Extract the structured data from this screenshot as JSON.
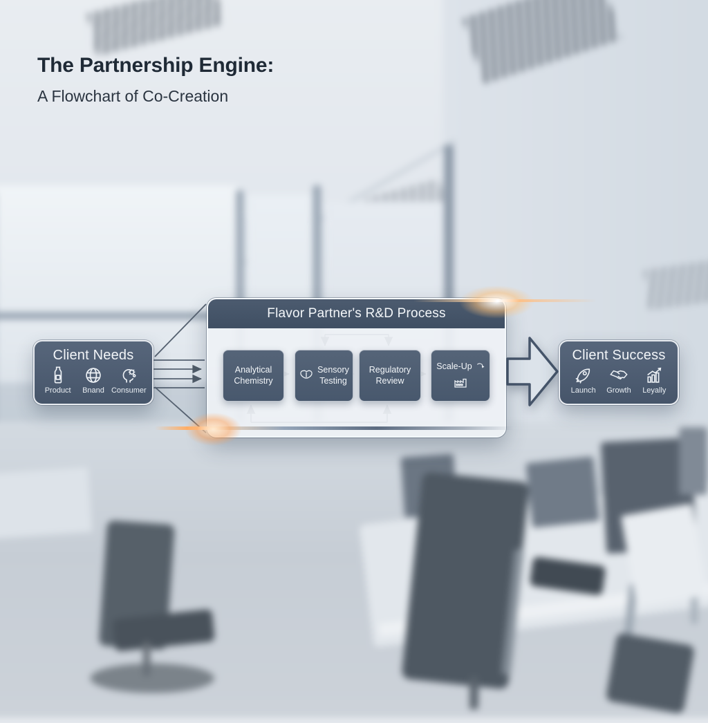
{
  "title": {
    "line1": "The Partnership Engine:",
    "line2": "A Flowchart of Co-Creation"
  },
  "client_needs": {
    "title": "Client Needs",
    "items": [
      {
        "label": "Product",
        "icon": "bottle-icon"
      },
      {
        "label": "Bnand",
        "icon": "globe-icon"
      },
      {
        "label": "Consumer",
        "icon": "head-gears-icon"
      }
    ]
  },
  "process": {
    "title": "Flavor Partner's R&D Process",
    "steps": [
      {
        "label": "Analytical Chemistry"
      },
      {
        "label": "Sensory Testing",
        "icon": "tongue-icon"
      },
      {
        "label": "Regulatory Review"
      },
      {
        "label": "Scale-Up",
        "icon": "factory-icon"
      }
    ]
  },
  "client_success": {
    "title": "Client Success",
    "items": [
      {
        "label": "Launch",
        "icon": "rocket-icon"
      },
      {
        "label": "Growth",
        "icon": "handshake-icon"
      },
      {
        "label": "Leyally",
        "icon": "growth-chart-icon"
      }
    ]
  },
  "colors": {
    "node_dark": "#4b5a6e",
    "panel_light": "#eef1f5",
    "flare_orange": "#ff9d5c",
    "title_text": "#1f2a36",
    "label_text": "#f2f5f8"
  }
}
